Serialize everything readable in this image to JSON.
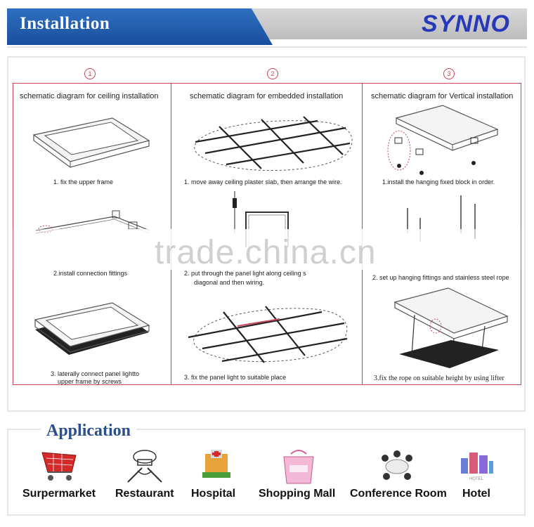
{
  "header": {
    "title": "Installation",
    "logo": "SYNNO"
  },
  "panels": [
    {
      "number": "1",
      "caption": "schematic diagram for ceiling installation",
      "steps": [
        "1. fix the upper frame",
        "2.install connection fittings",
        "3. laterally connect panel lightto",
        "upper frame by screws"
      ]
    },
    {
      "number": "2",
      "caption": "schematic diagram for embedded installation",
      "steps": [
        "1.   move away ceiling plaster slab, then arrange the wire.",
        "2.   put through the panel light along ceiling s",
        "diagonal and then wiring.",
        "3.         fix the panel light to suitable place"
      ]
    },
    {
      "number": "3",
      "caption": "schematic diagram for Vertical  installation",
      "steps": [
        "1.install the hanging fixed block in order.",
        "2. set up hanging fittings and stainless steel rope",
        "3.fix the rope on suitable height by using lifter"
      ]
    }
  ],
  "watermark": "trade.china.cn",
  "application": {
    "title": "Application",
    "items": [
      {
        "label": "Surpermarket",
        "icon": "shopping-cart-icon"
      },
      {
        "label": "Restaurant",
        "icon": "chef-icon"
      },
      {
        "label": "Hospital",
        "icon": "hospital-icon"
      },
      {
        "label": "Shopping Mall",
        "icon": "shopping-bag-icon"
      },
      {
        "label": "Conference Room",
        "icon": "conference-icon"
      },
      {
        "label": "Hotel",
        "icon": "hotel-icon"
      }
    ],
    "hotel_logo_text": "HOTEL"
  }
}
